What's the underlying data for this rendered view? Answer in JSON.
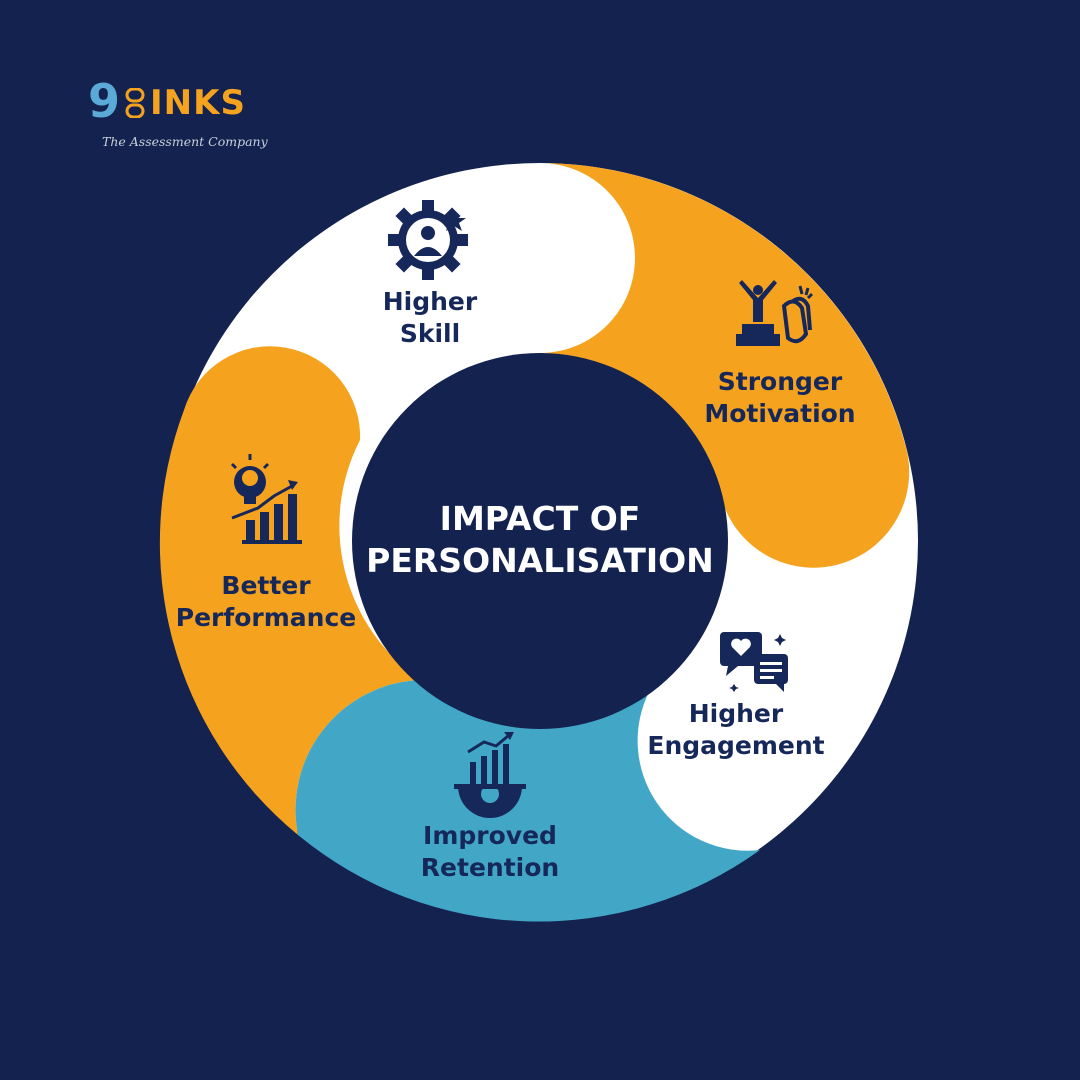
{
  "brand": {
    "nine": "9",
    "word": "INKS",
    "tagline": "The Assessment Company"
  },
  "center": {
    "line1": "IMPACT OF",
    "line2": "PERSONALISATION"
  },
  "segments": [
    {
      "line1": "Higher",
      "line2": "Skill",
      "icon": "gear-person-star-icon"
    },
    {
      "line1": "Stronger",
      "line2": "Motivation",
      "icon": "winner-clapping-icon"
    },
    {
      "line1": "Higher",
      "line2": "Engagement",
      "icon": "heart-chat-bubbles-icon"
    },
    {
      "line1": "Improved",
      "line2": "Retention",
      "icon": "growth-chart-gear-icon"
    },
    {
      "line1": "Better",
      "line2": "Performance",
      "icon": "bulb-gear-bar-chart-icon"
    }
  ],
  "colors": {
    "background": "#13224f",
    "orange": "#f5a31f",
    "white": "#ffffff",
    "teal": "#42a7c6",
    "navy": "#16275a"
  }
}
